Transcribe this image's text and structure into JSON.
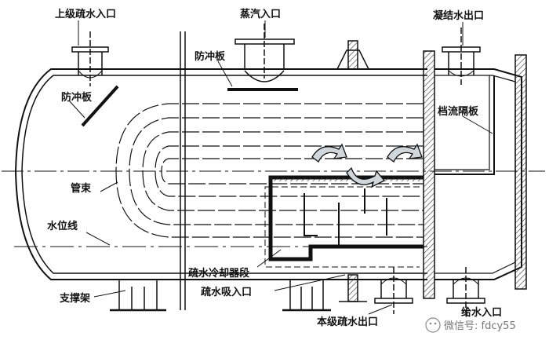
{
  "diagram": {
    "labels": {
      "upper_drain_inlet": "上级疏水入口",
      "steam_inlet": "蒸汽入口",
      "condensate_outlet": "凝结水出口",
      "impingement_plate_top": "防冲板",
      "impingement_plate_left": "防冲板",
      "flow_baffle": "档流隔板",
      "tube_bundle": "管束",
      "water_level_line": "水位线",
      "drain_cooler_section": "疏水冷却器段",
      "drain_suction_inlet": "疏水吸入口",
      "support_frame": "支撑架",
      "this_stage_drain_outlet": "本级疏水出口",
      "feedwater_inlet": "给水入口"
    },
    "watermark": "微信号: fdcy55"
  },
  "colors": {
    "line": "#111111",
    "hatch": "#333333",
    "arrow_fill": "#cfd6dc"
  }
}
